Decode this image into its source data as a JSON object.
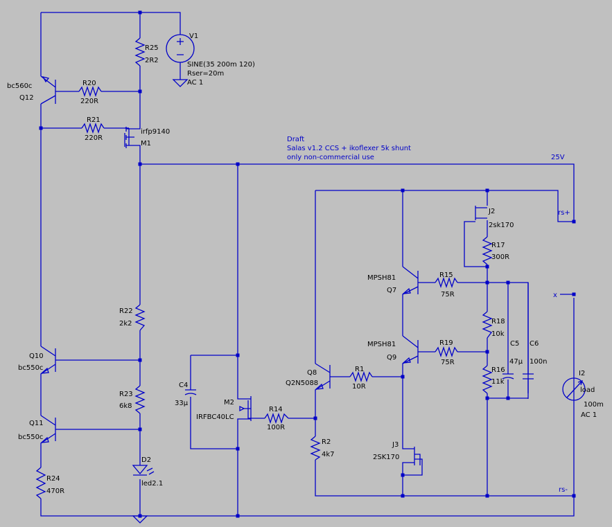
{
  "notes": {
    "line1": "Draft",
    "line2": "Salas v1.2 CCS + ikoflexer 5k shunt",
    "line3": "only non-commercial use"
  },
  "source": {
    "name": "V1",
    "value": "SINE(35 200m 120)",
    "rser": "Rser=20m",
    "ac": "AC 1"
  },
  "load": {
    "name": "I2",
    "label": "load",
    "value": "100m",
    "ac": "AC 1"
  },
  "resistors": {
    "R25": {
      "name": "R25",
      "value": "2R2"
    },
    "R20": {
      "name": "R20",
      "value": "220R"
    },
    "R21": {
      "name": "R21",
      "value": "220R"
    },
    "R22": {
      "name": "R22",
      "value": "2k2"
    },
    "R23": {
      "name": "R23",
      "value": "6k8"
    },
    "R24": {
      "name": "R24",
      "value": "470R"
    },
    "R14": {
      "name": "R14",
      "value": "100R"
    },
    "R2": {
      "name": "R2",
      "value": "4k7"
    },
    "R1": {
      "name": "R1",
      "value": "10R"
    },
    "R15": {
      "name": "R15",
      "value": "75R"
    },
    "R19": {
      "name": "R19",
      "value": "75R"
    },
    "R17": {
      "name": "R17",
      "value": "300R"
    },
    "R18": {
      "name": "R18",
      "value": "10k"
    },
    "R16": {
      "name": "R16",
      "value": "11k"
    }
  },
  "capacitors": {
    "C4": {
      "name": "C4",
      "value": "33µ"
    },
    "C5": {
      "name": "C5",
      "value": "47µ"
    },
    "C6": {
      "name": "C6",
      "value": "100n"
    }
  },
  "transistors": {
    "Q12": {
      "name": "Q12",
      "model": "bc560c"
    },
    "Q10": {
      "name": "Q10",
      "model": "bc550c"
    },
    "Q11": {
      "name": "Q11",
      "model": "bc550c"
    },
    "Q8": {
      "name": "Q8",
      "model": "Q2N5088"
    },
    "Q7": {
      "name": "Q7",
      "model": "MPSH81"
    },
    "Q9": {
      "name": "Q9",
      "model": "MPSH81"
    },
    "M1": {
      "name": "M1",
      "model": "irfp9140"
    },
    "M2": {
      "name": "M2",
      "model": "IRFBC40LC"
    },
    "J2": {
      "name": "J2",
      "model": "2sk170"
    },
    "J3": {
      "name": "J3",
      "model": "2SK170"
    }
  },
  "diode": {
    "name": "D2",
    "model": "led2.1"
  },
  "net_labels": {
    "rail": "25V",
    "rs_plus": "rs+",
    "rs_minus": "rs-",
    "x": "x"
  },
  "colors": {
    "background": "#c0c0c0",
    "wire": "#0000c8",
    "text": "#000000"
  }
}
